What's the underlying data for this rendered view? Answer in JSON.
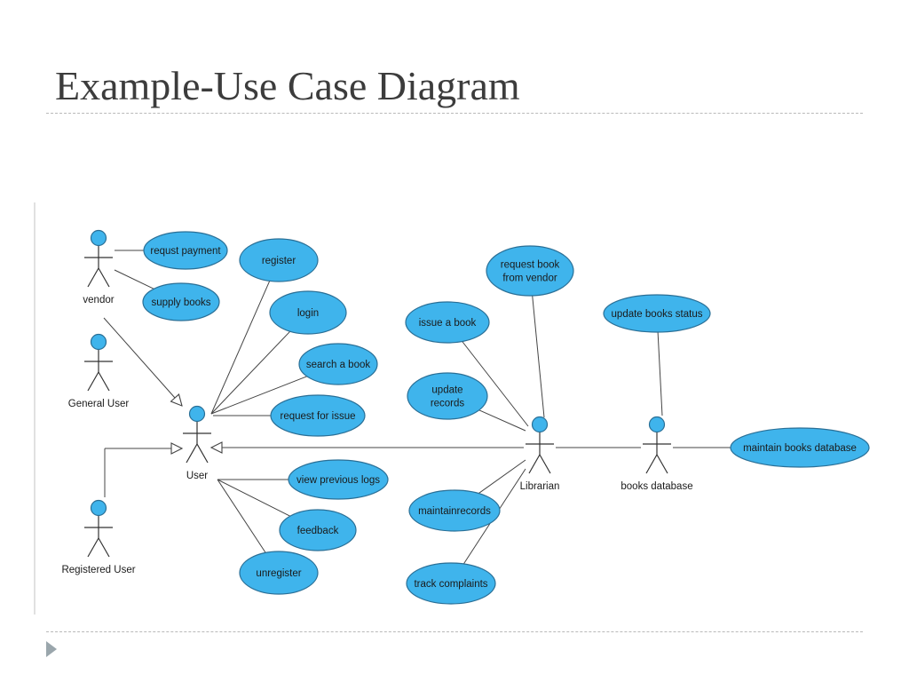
{
  "slide": {
    "title": "Example-Use Case Diagram"
  },
  "diagram": {
    "actors": [
      {
        "id": "vendor",
        "label": "vendor"
      },
      {
        "id": "general_user",
        "label": "General User"
      },
      {
        "id": "registered_user",
        "label": "Registered User"
      },
      {
        "id": "user",
        "label": "User"
      },
      {
        "id": "librarian",
        "label": "Librarian"
      },
      {
        "id": "books_database",
        "label": "books database"
      }
    ],
    "use_cases": [
      {
        "id": "requst_payment",
        "lines": [
          "requst payment"
        ]
      },
      {
        "id": "supply_books",
        "lines": [
          "supply books"
        ]
      },
      {
        "id": "register",
        "lines": [
          "register"
        ]
      },
      {
        "id": "login",
        "lines": [
          "login"
        ]
      },
      {
        "id": "search_a_book",
        "lines": [
          "search a book"
        ]
      },
      {
        "id": "request_for_issue",
        "lines": [
          "request for issue"
        ]
      },
      {
        "id": "view_previous_logs",
        "lines": [
          "view previous logs"
        ]
      },
      {
        "id": "feedback",
        "lines": [
          "feedback"
        ]
      },
      {
        "id": "unregister",
        "lines": [
          "unregister"
        ]
      },
      {
        "id": "request_book_from_vendor",
        "lines": [
          "request book",
          "from vendor"
        ]
      },
      {
        "id": "issue_a_book",
        "lines": [
          "issue a book"
        ]
      },
      {
        "id": "update_records",
        "lines": [
          "update",
          "records"
        ]
      },
      {
        "id": "maintainrecords",
        "lines": [
          "maintainrecords"
        ]
      },
      {
        "id": "track_complaints",
        "lines": [
          "track complaints"
        ]
      },
      {
        "id": "update_books_status",
        "lines": [
          "update books status"
        ]
      },
      {
        "id": "maintain_books_database",
        "lines": [
          "maintain books database"
        ]
      }
    ],
    "associations": [
      [
        "vendor",
        "requst_payment"
      ],
      [
        "vendor",
        "supply_books"
      ],
      [
        "user",
        "register"
      ],
      [
        "user",
        "login"
      ],
      [
        "user",
        "search_a_book"
      ],
      [
        "user",
        "request_for_issue"
      ],
      [
        "user",
        "view_previous_logs"
      ],
      [
        "user",
        "feedback"
      ],
      [
        "user",
        "unregister"
      ],
      [
        "librarian",
        "request_book_from_vendor"
      ],
      [
        "librarian",
        "issue_a_book"
      ],
      [
        "librarian",
        "update_records"
      ],
      [
        "librarian",
        "maintainrecords"
      ],
      [
        "librarian",
        "track_complaints"
      ],
      [
        "librarian",
        "books_database"
      ],
      [
        "books_database",
        "update_books_status"
      ],
      [
        "books_database",
        "maintain_books_database"
      ]
    ],
    "generalizations": [
      {
        "from": "vendor",
        "to": "user"
      },
      {
        "from": "general_user",
        "to": "user"
      },
      {
        "from": "registered_user",
        "to": "user"
      },
      {
        "from": "librarian",
        "to": "user"
      }
    ]
  }
}
